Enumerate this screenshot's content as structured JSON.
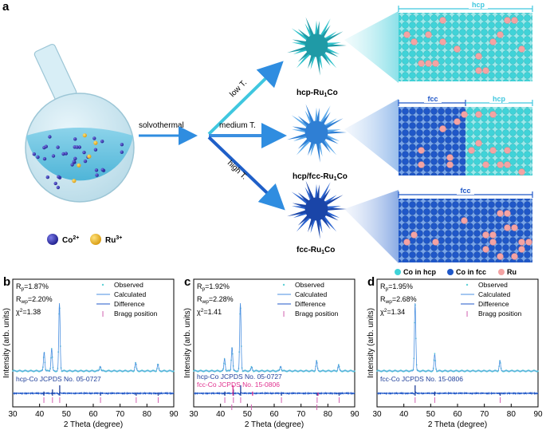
{
  "panel_labels": {
    "a": "a",
    "b": "b",
    "c": "c",
    "d": "d"
  },
  "schematic": {
    "solvothermal": "solvothermal",
    "arrow_low": "low T.",
    "arrow_medium": "medium T.",
    "arrow_high": "high T.",
    "product_top": "hcp-Ru",
    "product_top_sub": "1",
    "product_top_end": "Co",
    "product_mid": "hcp/fcc-Ru",
    "product_mid_sub": "1",
    "product_mid_end": "Co",
    "product_bot": "fcc-Ru",
    "product_bot_sub": "1",
    "product_bot_end": "Co",
    "lattice_top_label": "hcp",
    "lattice_mid_left": "fcc",
    "lattice_mid_right": "hcp",
    "lattice_bot_label": "fcc",
    "ion_co": "Co",
    "ion_co_sup": "2+",
    "ion_ru": "Ru",
    "ion_ru_sup": "3+",
    "legend_co_hcp": "Co in hcp",
    "legend_co_fcc": "Co in fcc",
    "legend_ru": "Ru",
    "colors": {
      "co_hcp": "#3fd3d8",
      "co_fcc": "#1f57c8",
      "ru": "#f4a3a3",
      "arrow": "#2f8de0"
    }
  },
  "common": {
    "xlabel": "2 Theta (degree)",
    "ylabel": "Intensity (arb. units)",
    "legend_observed": "Observed",
    "legend_calculated": "Calculated",
    "legend_difference": "Difference",
    "legend_bragg": "Bragg position"
  },
  "chart_data": [
    {
      "type": "line",
      "panel": "b",
      "stat_rp": "R",
      "stat_rp_sub": "p",
      "stat_rp_val": "=1.87%",
      "stat_rwp": "R",
      "stat_rwp_sub": "wp",
      "stat_rwp_val": "=2.20%",
      "stat_chi": "χ",
      "stat_chi_sup": "2",
      "stat_chi_val": "=1.38",
      "ref1": "hcp-Co JCPDS No. 05-0727",
      "ref1_color": "#1f3f9a",
      "xlim": [
        30,
        90
      ],
      "xticks": [
        30,
        40,
        50,
        60,
        70,
        80,
        90
      ],
      "peaks": [
        [
          41.7,
          0.28
        ],
        [
          44.5,
          0.33
        ],
        [
          47.4,
          1.0
        ],
        [
          62.6,
          0.07
        ],
        [
          75.8,
          0.12
        ],
        [
          84.1,
          0.1
        ]
      ],
      "bragg1": [
        41.6,
        44.8,
        47.5,
        62.7,
        76.0,
        84.2
      ],
      "bragg2": [],
      "ref_bars1": [
        [
          41.6,
          0.4
        ],
        [
          44.8,
          0.6
        ],
        [
          47.5,
          1.0
        ],
        [
          62.7,
          0.2
        ],
        [
          76.0,
          0.3
        ],
        [
          84.2,
          0.3
        ]
      ],
      "ref_bars2": []
    },
    {
      "type": "line",
      "panel": "c",
      "stat_rp": "R",
      "stat_rp_sub": "p",
      "stat_rp_val": "=1.92%",
      "stat_rwp": "R",
      "stat_rwp_sub": "wp",
      "stat_rwp_val": "=2.28%",
      "stat_chi": "χ",
      "stat_chi_sup": "2",
      "stat_chi_val": "=1.41",
      "ref1": "hcp-Co JCPDS No. 05-0727",
      "ref1_color": "#1f3f9a",
      "ref2": "fcc-Co JCPDS No. 15-0806",
      "ref2_color": "#e0308e",
      "xlim": [
        30,
        90
      ],
      "xticks": [
        30,
        40,
        50,
        60,
        70,
        80,
        90
      ],
      "peaks": [
        [
          41.5,
          0.18
        ],
        [
          44.3,
          0.35
        ],
        [
          47.4,
          1.0
        ],
        [
          51.6,
          0.06
        ],
        [
          62.4,
          0.07
        ],
        [
          75.8,
          0.15
        ],
        [
          84.0,
          0.09
        ]
      ],
      "bragg1": [
        41.6,
        44.8,
        47.5,
        62.7,
        76.0,
        84.2
      ],
      "bragg2": [
        44.2,
        51.5,
        75.9
      ],
      "ref_bars1": [
        [
          41.6,
          0.4
        ],
        [
          44.8,
          0.6
        ],
        [
          47.5,
          1.0
        ],
        [
          62.7,
          0.2
        ],
        [
          76.0,
          0.3
        ],
        [
          84.2,
          0.3
        ]
      ],
      "ref_bars2": [
        [
          44.2,
          1.0
        ],
        [
          51.5,
          0.4
        ],
        [
          75.9,
          0.3
        ]
      ]
    },
    {
      "type": "line",
      "panel": "d",
      "stat_rp": "R",
      "stat_rp_sub": "p",
      "stat_rp_val": "=1.95%",
      "stat_rwp": "R",
      "stat_rwp_sub": "wp",
      "stat_rwp_val": "=2.68%",
      "stat_chi": "χ",
      "stat_chi_sup": "2",
      "stat_chi_val": "=1.34",
      "ref1": "fcc-Co JCPDS No. 15-0806",
      "ref1_color": "#1f3f9a",
      "xlim": [
        30,
        90
      ],
      "xticks": [
        30,
        40,
        50,
        60,
        70,
        80,
        90
      ],
      "peaks": [
        [
          44.2,
          1.0
        ],
        [
          51.5,
          0.25
        ],
        [
          75.8,
          0.15
        ]
      ],
      "bragg1": [
        44.2,
        51.5,
        75.9
      ],
      "bragg2": [],
      "ref_bars1": [
        [
          44.2,
          1.0
        ],
        [
          51.5,
          0.4
        ],
        [
          75.9,
          0.3
        ]
      ],
      "ref_bars2": []
    }
  ]
}
